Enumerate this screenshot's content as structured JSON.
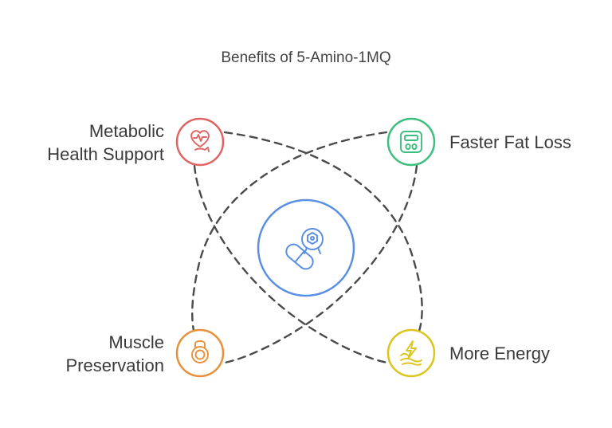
{
  "title": "Benefits of 5-Amino-1MQ",
  "center": {
    "icon": "capsule-pill-icon",
    "color": "#5b8fe3"
  },
  "benefits": [
    {
      "lines": [
        "Metabolic",
        "Health Support"
      ],
      "icon": "heart-muscle-icon",
      "color": "#e06464"
    },
    {
      "lines": [
        "Faster Fat Loss"
      ],
      "icon": "weight-scale-icon",
      "color": "#3cbf7e"
    },
    {
      "lines": [
        "Muscle",
        "Preservation"
      ],
      "icon": "kettlebell-icon",
      "color": "#e8913a"
    },
    {
      "lines": [
        "More Energy"
      ],
      "icon": "lightning-energy-icon",
      "color": "#dcc51c"
    }
  ]
}
